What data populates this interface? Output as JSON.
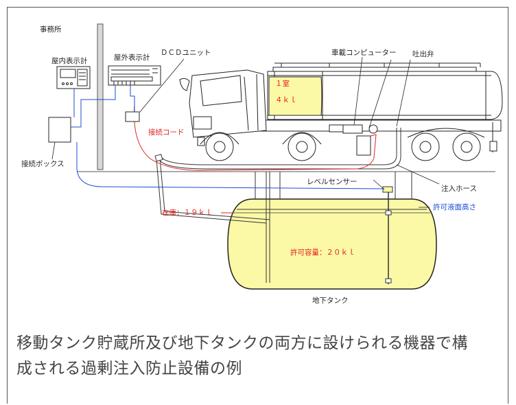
{
  "labels": {
    "office": "事務所",
    "indoor_display": "屋内表示計",
    "outdoor_display": "屋外表示計",
    "dcd_unit": "ＤＣＤユニット",
    "onboard_computer": "車載コンピューター",
    "discharge_valve": "吐出弁",
    "compartment_1": "１室",
    "compartment_capacity": "４ｋｌ",
    "connection_cord": "接続コード",
    "junction_box": "接続ボックス",
    "level_sensor": "レベルセンサー",
    "fill_hose": "注入ホース",
    "stock": "在庫：１９ｋｌ",
    "permitted_level": "許可液面高さ",
    "permitted_capacity": "許可容量：２０ｋｌ",
    "underground_tank": "地下タンク"
  },
  "caption": {
    "line1": "移動タンク貯蔵所及び地下タンクの両方に設けられる機器で構",
    "line2": "成される過剰注入防止設備の例"
  },
  "colors": {
    "tank_fill": "#fbf8a6",
    "wire_blue": "#1a4bd6",
    "cord_red": "#e0201c",
    "line": "#333333"
  }
}
